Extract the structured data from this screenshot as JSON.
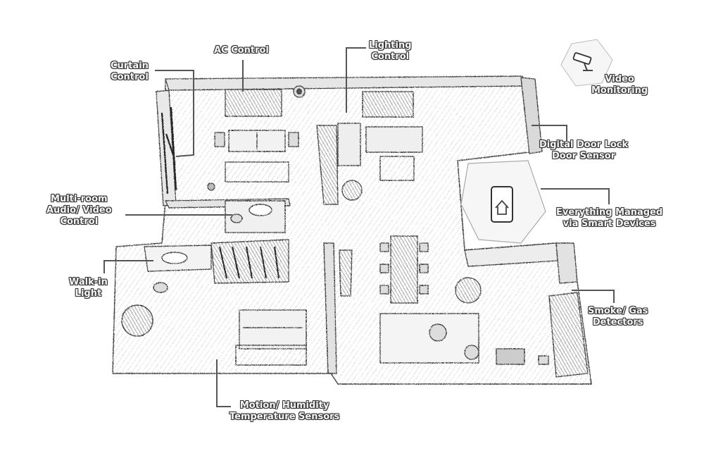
{
  "labels": {
    "ac": "AC Control",
    "curtain_1": "Curtain",
    "curtain_2": "Control",
    "lighting_1": "Lighting",
    "lighting_2": "Control",
    "video_1": "Video",
    "video_2": "Monitoring",
    "lock_1": "Digital Door Lock",
    "lock_2": "Door Sensor",
    "audio_1": "Multi-room",
    "audio_2": "Audio/ Video",
    "audio_3": "Control",
    "smart_1": "Everything Managed",
    "smart_2": "via Smart Devices",
    "walkin_1": "Walk-in",
    "walkin_2": "Light",
    "smoke_1": "Smoke/ Gas",
    "smoke_2": "Detectors",
    "motion_1": "Motion/ Humidity",
    "motion_2": "Temperature Sensors"
  },
  "icons": {
    "camera": "security-camera-icon",
    "phone": "smartphone-home-icon"
  },
  "colors": {
    "sketch": "#3a3a3a",
    "label_fill": "#f4f4f4",
    "label_outline": "#333333"
  }
}
